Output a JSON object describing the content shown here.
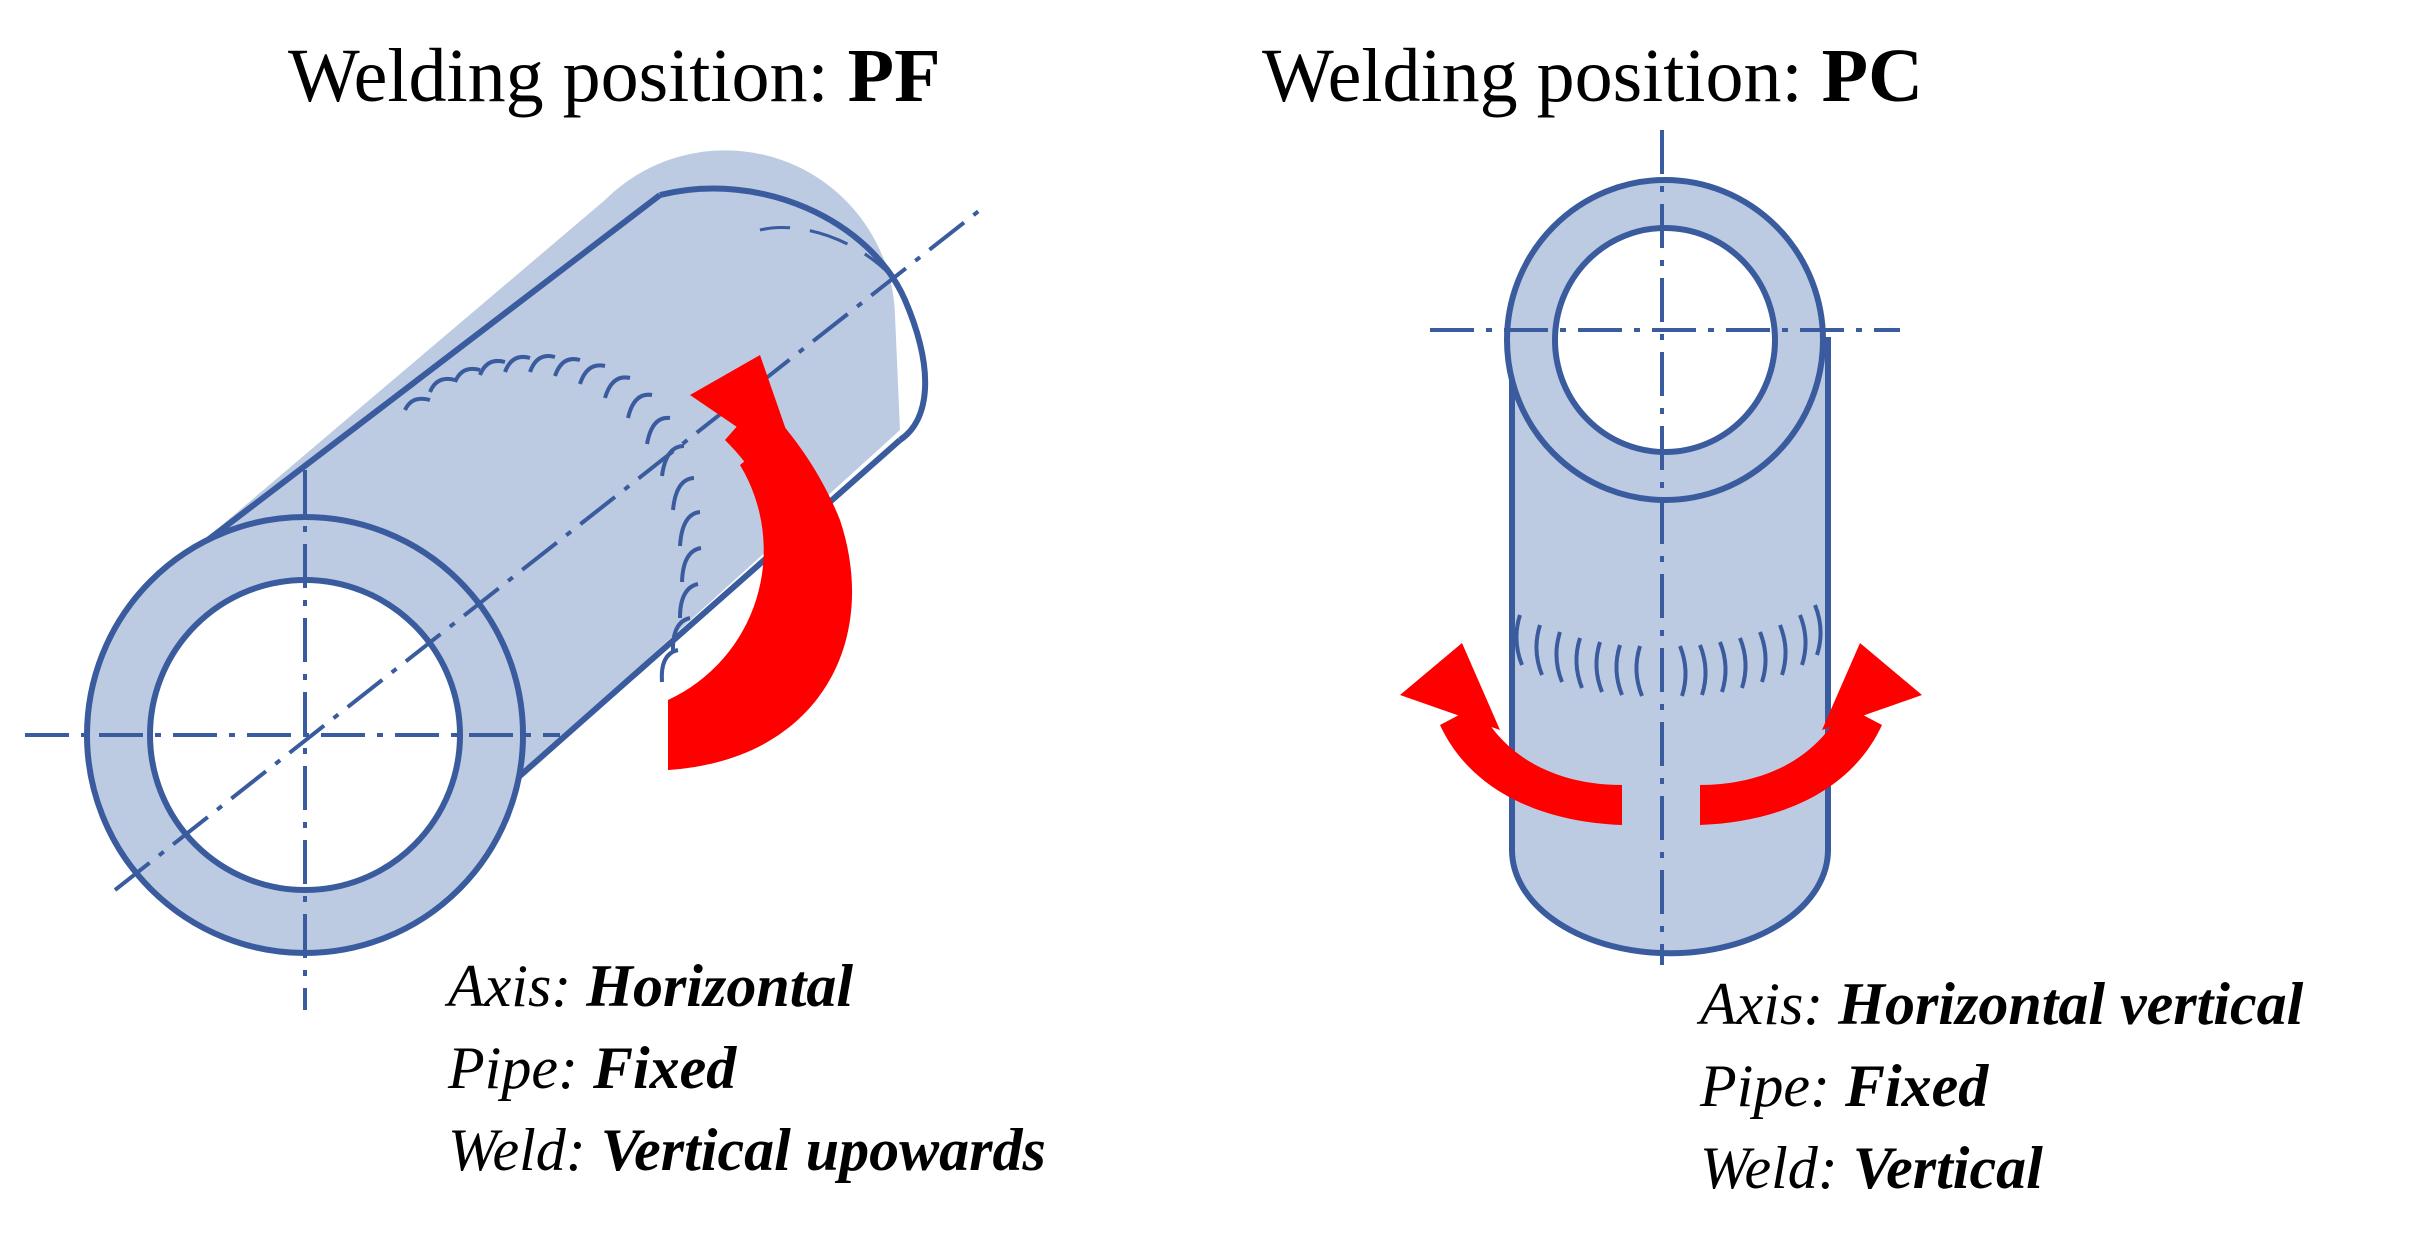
{
  "left": {
    "title_prefix": "Welding position: ",
    "title_code": "PF",
    "rows": [
      {
        "label": "Axis: ",
        "value": "Horizontal"
      },
      {
        "label": "Pipe: ",
        "value": "Fixed"
      },
      {
        "label": "Weld: ",
        "value": "Vertical upowards"
      }
    ]
  },
  "right": {
    "title_prefix": "Welding position: ",
    "title_code": "PC",
    "rows": [
      {
        "label": "Axis: ",
        "value": "Horizontal vertical"
      },
      {
        "label": "Pipe: ",
        "value": "Fixed"
      },
      {
        "label": "Weld: ",
        "value": "Vertical"
      }
    ]
  },
  "colors": {
    "pipe_fill": "#bccbe2",
    "pipe_line": "#3a5b9e",
    "arrow": "#ff0000"
  }
}
